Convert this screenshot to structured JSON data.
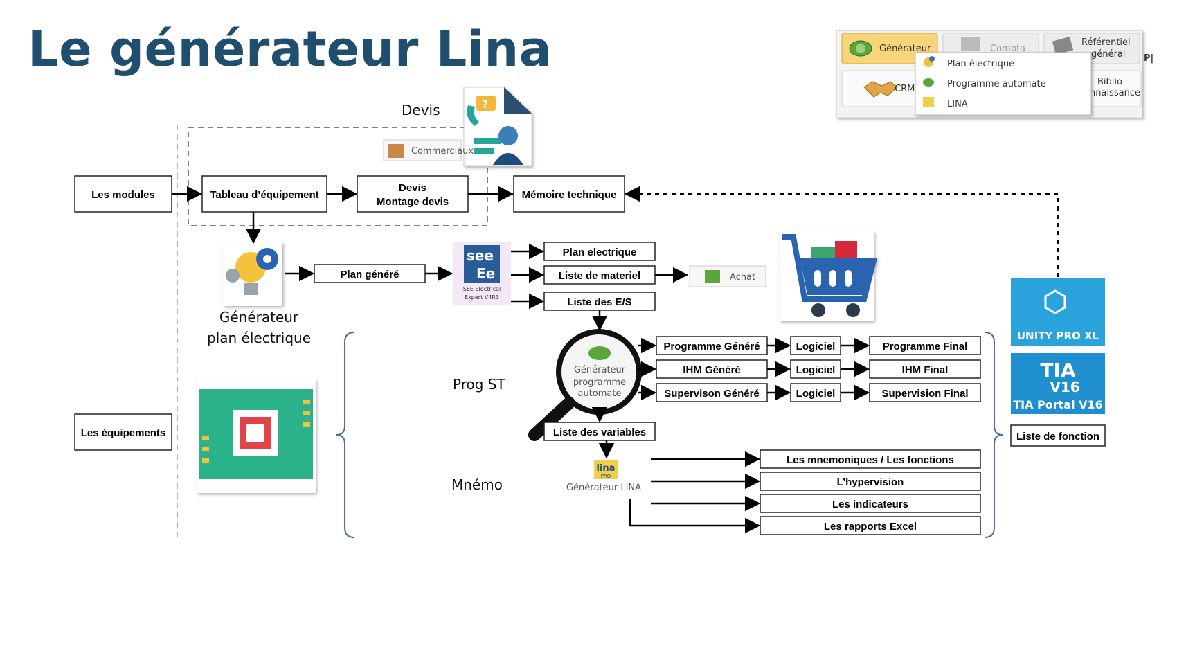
{
  "title": "Le générateur Lina",
  "labels": {
    "devis": "Devis",
    "prog_st": "Prog ST",
    "mnemo": "Mnémo",
    "gen_plan_1": "Générateur",
    "gen_plan_2": "plan électrique",
    "gen_prog_1": "Générateur",
    "gen_prog_2": "programme",
    "gen_prog_3": "automate",
    "gen_lina": "Générateur LINA",
    "commerciaux": "Commerciaux",
    "achat": "Achat",
    "lina_logo": "lina",
    "lina_pro": "PRO"
  },
  "boxes": {
    "modules": "Les modules",
    "tableau": "Tableau d’équipement",
    "devis_1": "Devis",
    "devis_2": "Montage devis",
    "memoire": "Mémoire technique",
    "plan_genere": "Plan généré",
    "plan_elec": "Plan electrique",
    "liste_materiel": "Liste de materiel",
    "liste_es": "Liste des E/S",
    "prog_genere": "Programme Généré",
    "ihm_genere": "IHM Généré",
    "superv_genere": "Supervison Généré",
    "logiciel_1": "Logiciel",
    "logiciel_2": "Logiciel",
    "logiciel_3": "Logiciel",
    "prog_final": "Programme Final",
    "ihm_final": "IHM Final",
    "superv_final": "Supervision Final",
    "liste_variables": "Liste des variables",
    "equipements": "Les équipements",
    "mnemoniques": "Les mnemoniques / Les fonctions",
    "hypervision": "L’hypervision",
    "indicateurs": "Les indicateurs",
    "rapports": "Les rapports Excel",
    "liste_fonction": "Liste de fonction"
  },
  "logos": {
    "see_1": "see",
    "see_2": "Ee",
    "see_3": "SEE Electrical",
    "see_4": "Expert V4R3",
    "unity": "UNITY PRO XL",
    "tia_1": "TIA",
    "tia_2": "V16",
    "tia_3": "TIA Portal V16"
  },
  "ribbon": {
    "generateur": "Générateur",
    "compta": "Compta",
    "referentiel_1": "Référentiel",
    "referentiel_2": "général",
    "crm": "CRM",
    "biblio_1": "Biblio",
    "biblio_2": "nnaissance",
    "menu": [
      "Plan électrique",
      "Programme automate",
      "LINA"
    ]
  },
  "colors": {
    "title": "#1f4e6e",
    "unity_bg": "#2aa3dc",
    "tia_bg": "#1f8fd0",
    "brace": "#4a6ea8"
  }
}
